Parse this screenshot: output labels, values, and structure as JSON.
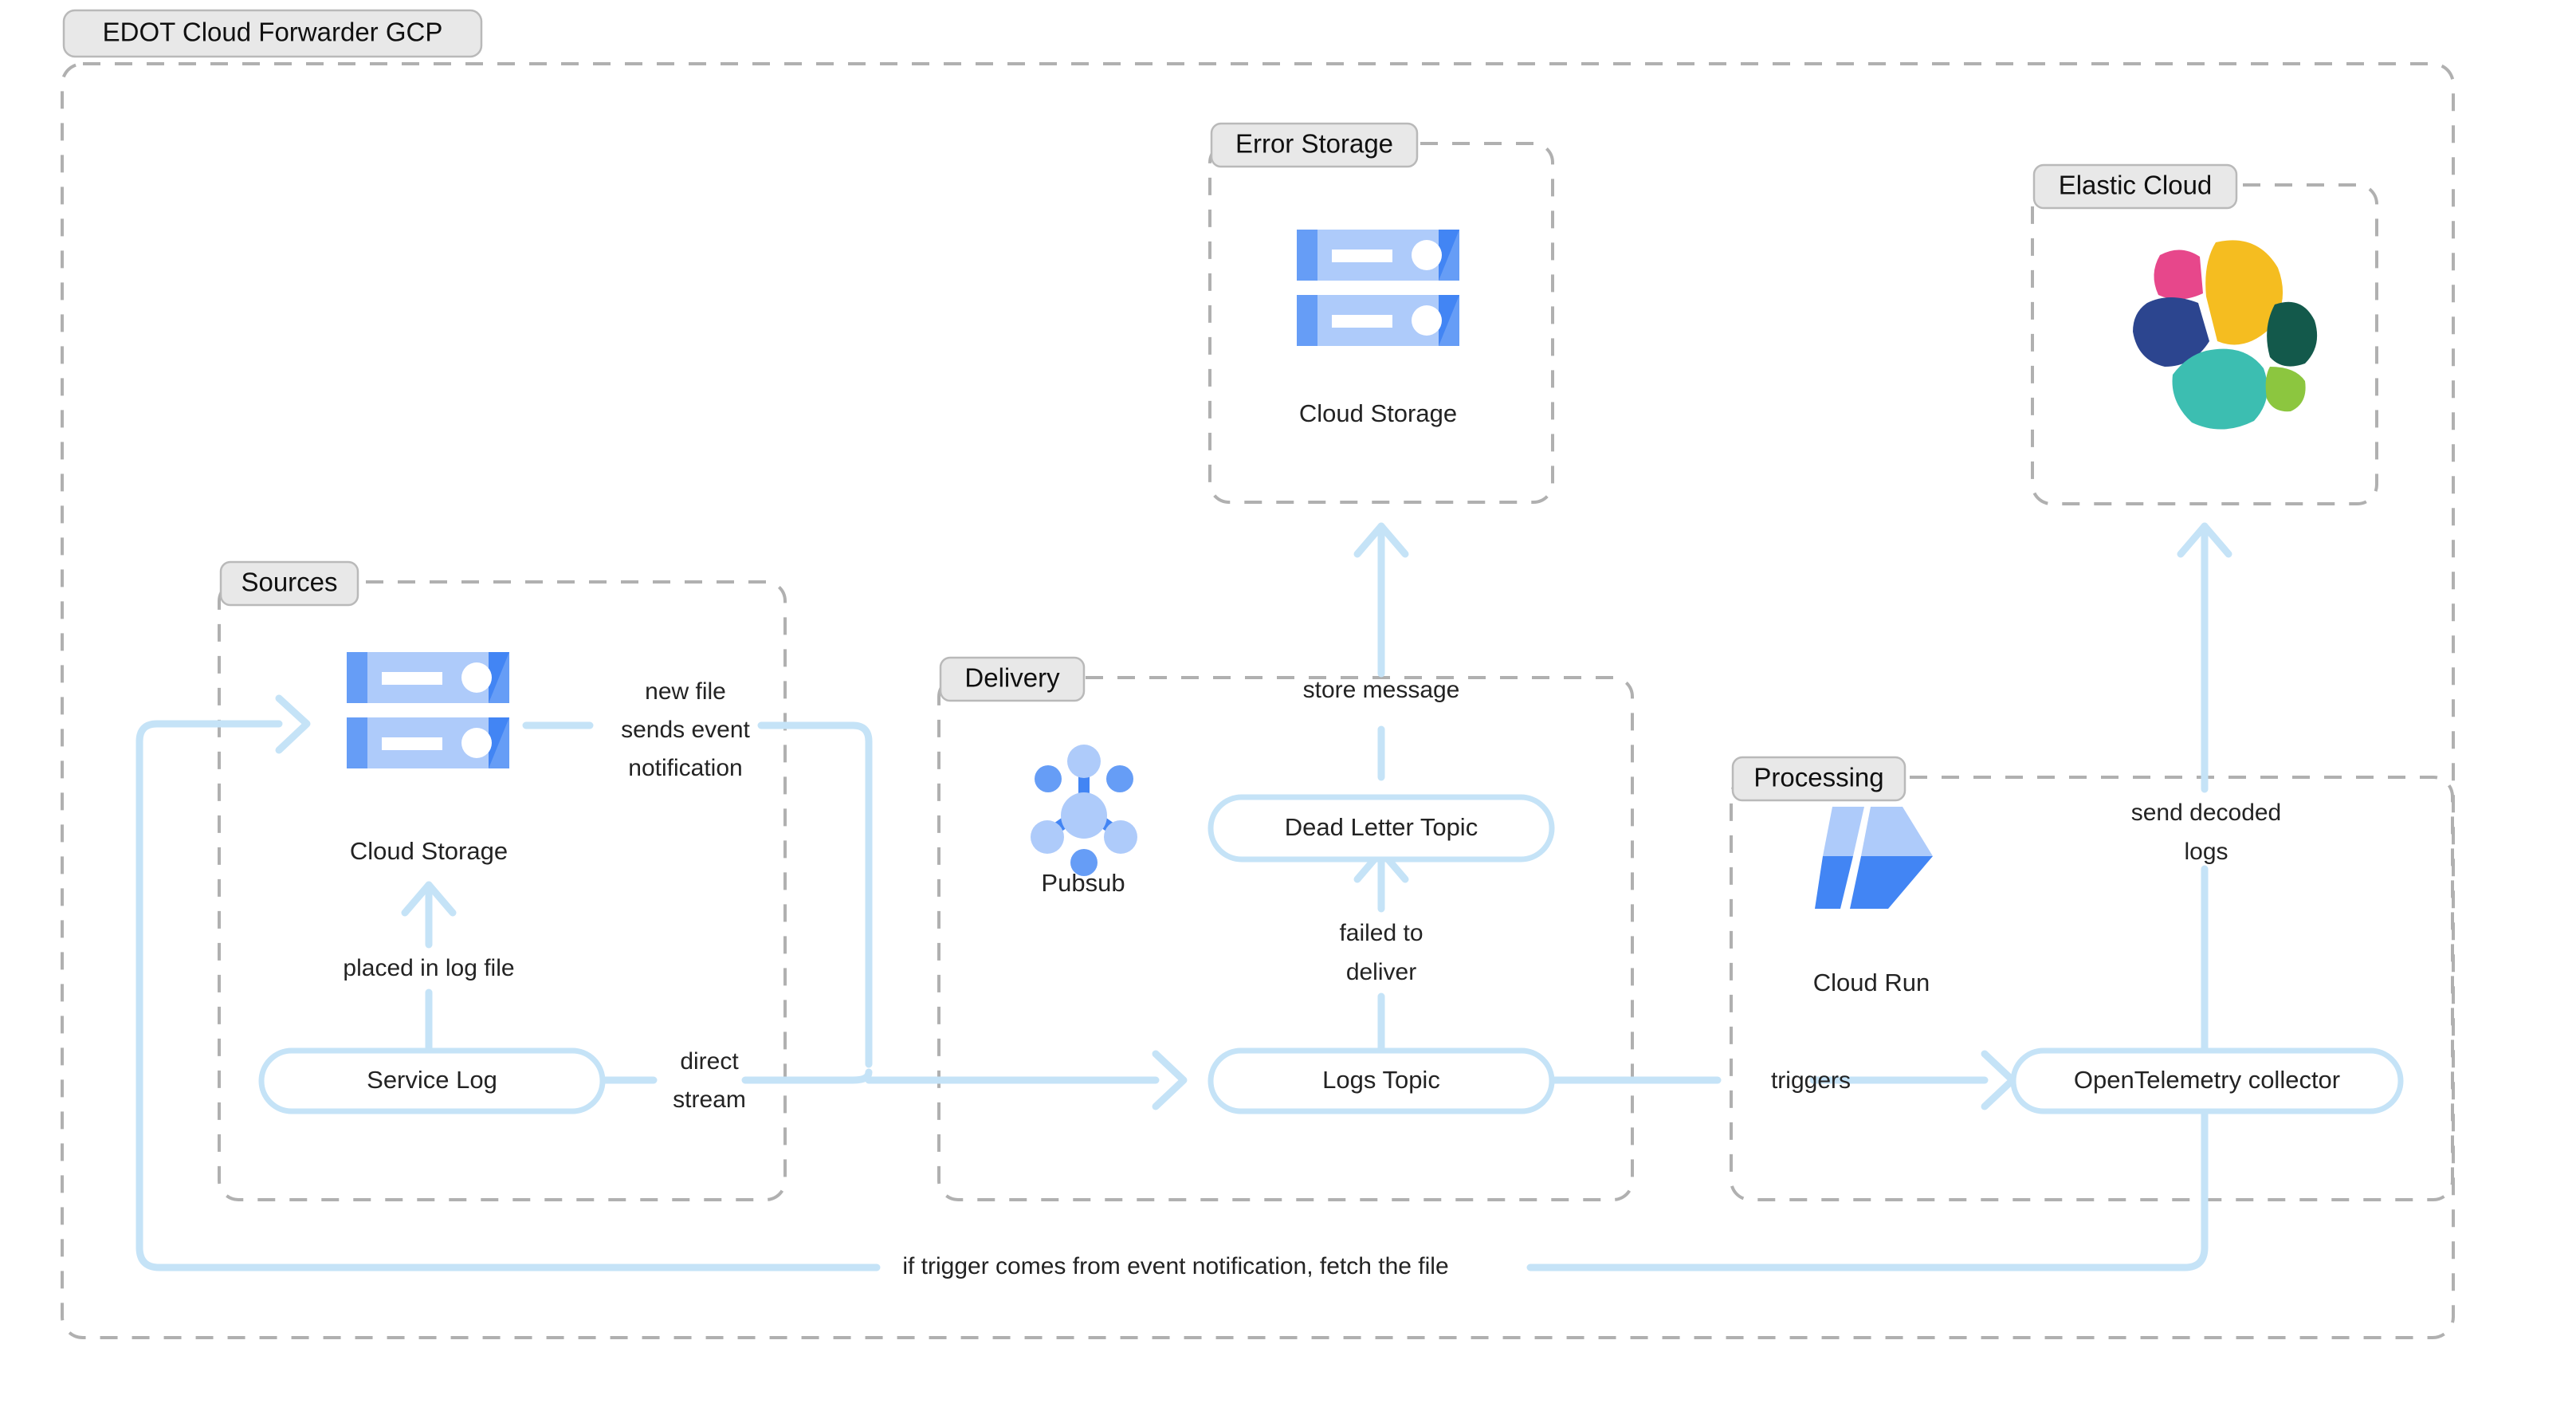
{
  "diagram": {
    "title": "EDOT Cloud Forwarder GCP",
    "colors": {
      "flow": "#c5e3f7",
      "group_border": "#b0b0b0",
      "group_pill_bg": "#e8e8e8",
      "node_border": "#c5e3f7",
      "gcp_blue_light": "#aecbfa",
      "gcp_blue_mid": "#669df6",
      "gcp_blue_dark": "#4285f4",
      "elastic_pink": "#e7478b",
      "elastic_yellow": "#f5bd20",
      "elastic_navy": "#2c458f",
      "elastic_teal": "#3cbeb1",
      "elastic_darkgreen": "#13594b",
      "elastic_lightgreen": "#8cc63f",
      "text": "#232323"
    },
    "groups": [
      {
        "id": "error-storage",
        "label": "Error Storage"
      },
      {
        "id": "elastic-cloud",
        "label": "Elastic Cloud"
      },
      {
        "id": "sources",
        "label": "Sources"
      },
      {
        "id": "delivery",
        "label": "Delivery"
      },
      {
        "id": "processing",
        "label": "Processing"
      }
    ],
    "nodes": [
      {
        "id": "error-cloud-storage",
        "label": "Cloud Storage",
        "type": "icon",
        "icon": "cloud-storage-icon",
        "group": "error-storage"
      },
      {
        "id": "elastic-logo",
        "label": "",
        "type": "icon",
        "icon": "elastic-logo-icon",
        "group": "elastic-cloud"
      },
      {
        "id": "sources-cloud-storage",
        "label": "Cloud Storage",
        "type": "icon",
        "icon": "cloud-storage-icon",
        "group": "sources"
      },
      {
        "id": "service-log",
        "label": "Service Log",
        "type": "pill",
        "group": "sources"
      },
      {
        "id": "pubsub",
        "label": "Pubsub",
        "type": "icon",
        "icon": "pubsub-icon",
        "group": "delivery"
      },
      {
        "id": "dead-letter-topic",
        "label": "Dead Letter Topic",
        "type": "pill",
        "group": "delivery"
      },
      {
        "id": "logs-topic",
        "label": "Logs Topic",
        "type": "pill",
        "group": "delivery"
      },
      {
        "id": "cloud-run",
        "label": "Cloud Run",
        "type": "icon",
        "icon": "cloud-run-icon",
        "group": "processing"
      },
      {
        "id": "otel-collector",
        "label": "OpenTelemetry collector",
        "type": "pill",
        "group": "processing"
      }
    ],
    "edges": [
      {
        "id": "e-service-to-storage",
        "label": "placed in log file",
        "from": "service-log",
        "to": "sources-cloud-storage"
      },
      {
        "id": "e-storage-to-logs",
        "label_lines": [
          "new file",
          "sends event",
          "notification"
        ],
        "from": "sources-cloud-storage",
        "to": "logs-topic"
      },
      {
        "id": "e-service-direct",
        "label_lines": [
          "direct",
          "stream"
        ],
        "from": "service-log",
        "to": "logs-topic"
      },
      {
        "id": "e-logs-to-dlt",
        "label_lines": [
          "failed to",
          "deliver"
        ],
        "from": "logs-topic",
        "to": "dead-letter-topic"
      },
      {
        "id": "e-dlt-to-error",
        "label": "store message",
        "from": "dead-letter-topic",
        "to": "error-cloud-storage"
      },
      {
        "id": "e-logs-to-otel",
        "label": "triggers",
        "from": "logs-topic",
        "to": "otel-collector"
      },
      {
        "id": "e-otel-to-elastic",
        "label_lines": [
          "send decoded",
          "logs"
        ],
        "from": "otel-collector",
        "to": "elastic-logo"
      },
      {
        "id": "e-otel-fetch",
        "label": "if trigger comes from event notification, fetch the file",
        "from": "otel-collector",
        "to": "sources-cloud-storage"
      }
    ],
    "labels": {
      "new_file_l1": "new file",
      "new_file_l2": "sends event",
      "new_file_l3": "notification",
      "placed_in_log_file": "placed in log file",
      "direct_l1": "direct",
      "direct_l2": "stream",
      "store_message": "store message",
      "failed_l1": "failed to",
      "failed_l2": "deliver",
      "triggers": "triggers",
      "send_decoded_l1": "send decoded",
      "send_decoded_l2": "logs",
      "fetch_file": "if trigger comes from event notification, fetch the file"
    },
    "node_labels": {
      "cloud_storage": "Cloud Storage",
      "service_log": "Service Log",
      "pubsub": "Pubsub",
      "dead_letter_topic": "Dead Letter Topic",
      "logs_topic": "Logs Topic",
      "cloud_run": "Cloud Run",
      "otel_collector": "OpenTelemetry collector"
    }
  }
}
